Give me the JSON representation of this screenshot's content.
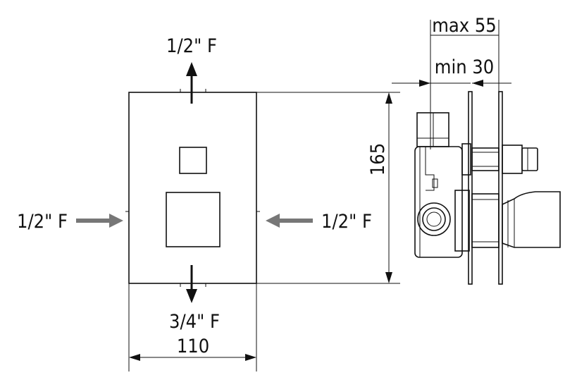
{
  "labels": {
    "top_inlet": "1/2\" F",
    "left_inlet": "1/2\" F",
    "right_inlet": "1/2\" F",
    "bottom_outlet": "3/4\" F",
    "width": "110",
    "height": "165",
    "depth_max": "max 55",
    "depth_min": "min 30"
  },
  "colors": {
    "line": "#111111",
    "inlet_arrow": "#777777",
    "outlet_arrow": "#111111"
  }
}
